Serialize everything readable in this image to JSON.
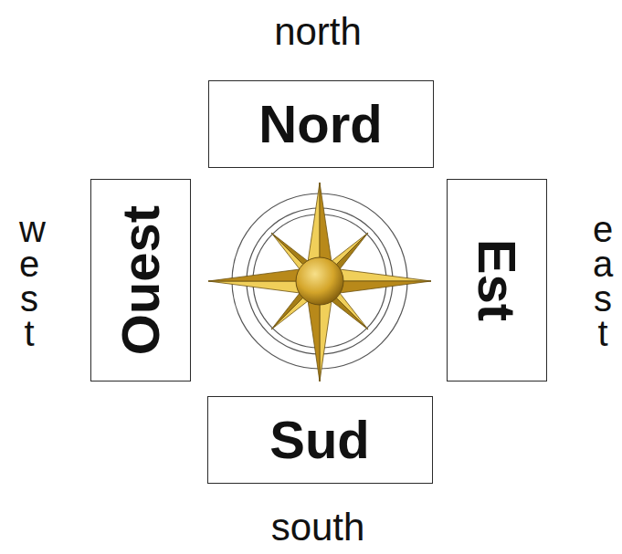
{
  "diagram": {
    "nodes": [
      {
        "text": [
          "Nord"
        ]
      },
      {
        "text": [
          "Ouest"
        ]
      },
      {
        "text": [
          "Est"
        ]
      },
      {
        "text": [
          "Sud"
        ]
      }
    ],
    "labels": [
      "north",
      "west",
      "east",
      "south"
    ]
  }
}
